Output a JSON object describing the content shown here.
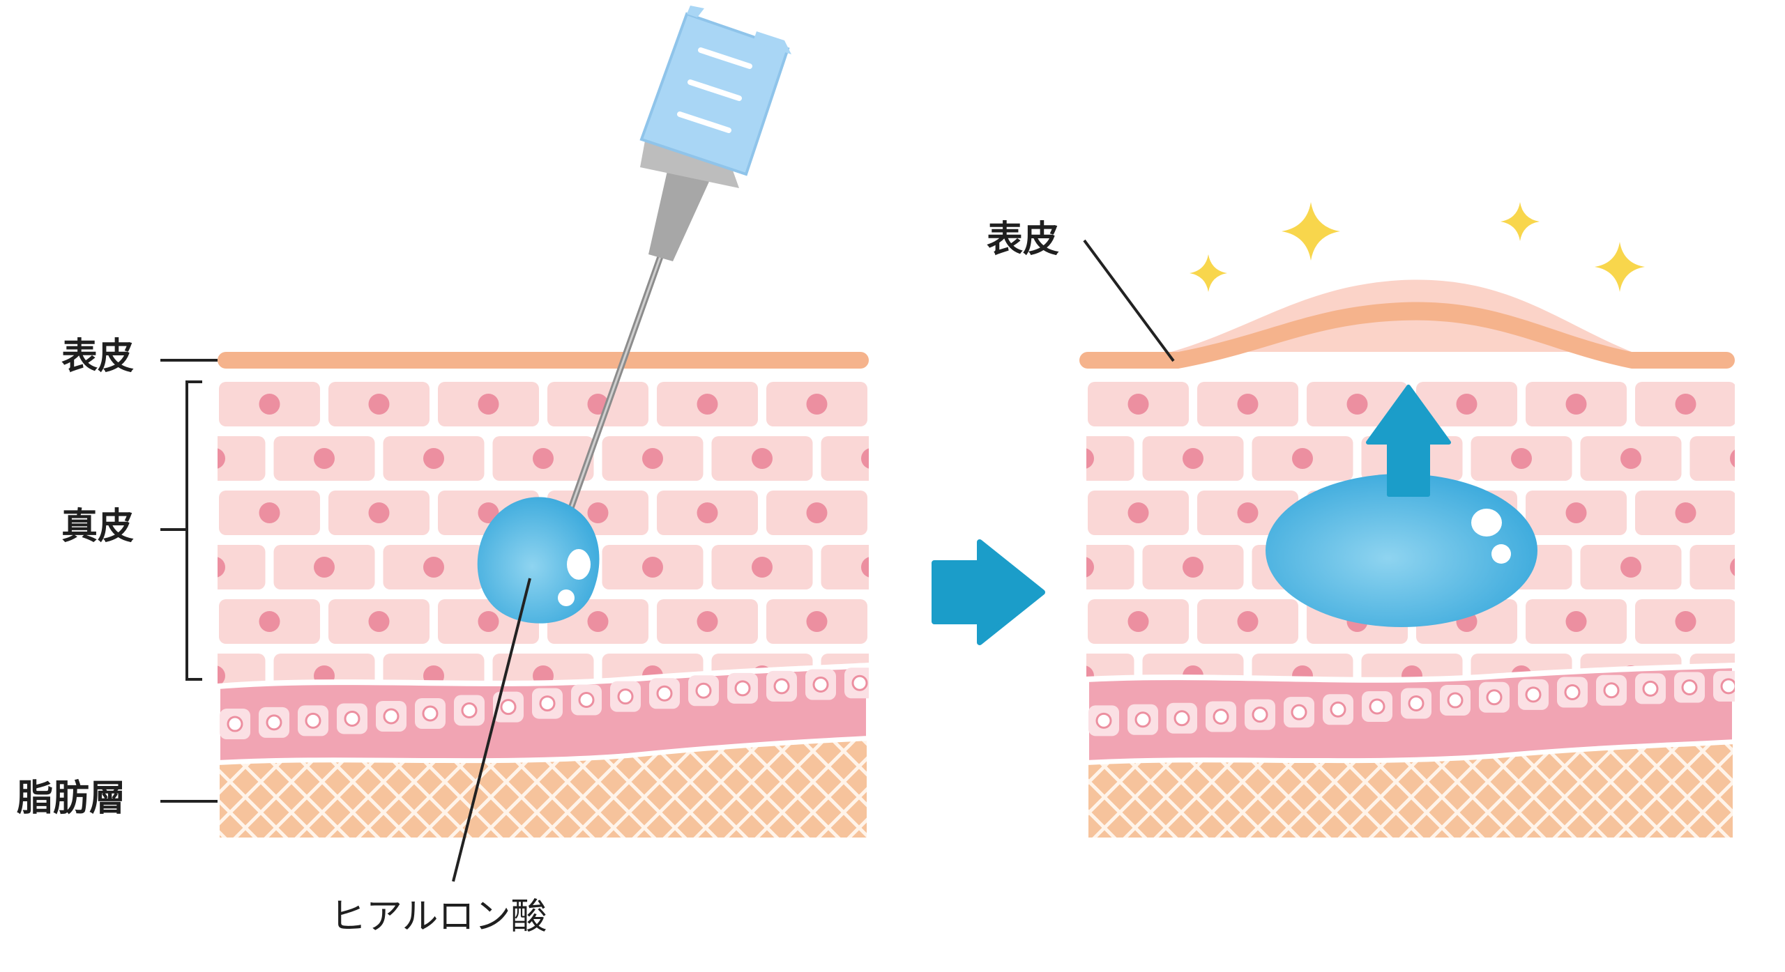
{
  "labels": {
    "epidermis_left": "表皮",
    "dermis": "真皮",
    "fat_layer": "脂肪層",
    "hyaluronic_acid": "ヒアルロン酸",
    "epidermis_right": "表皮"
  },
  "colors": {
    "epidermis": "#f5b38c",
    "cell_fill": "#fad7d6",
    "cell_grout": "#ffffff",
    "nucleus": "#ec8fa0",
    "basal_band": "#f1a4b3",
    "basal_cell": "#fbe0e4",
    "fat": "#f6c39c",
    "hyaluronic": "#3aa9dc",
    "hyaluronic_highlight": "#8fd4f0",
    "arrow": "#1b9dc9",
    "sparkle": "#f8d64c",
    "syringe_barrel": "#a9d6f5",
    "syringe_hub": "#a7a7a7",
    "needle": "#8c8c8c",
    "leader_line": "#222222",
    "text": "#1f1f1f"
  },
  "icons": {
    "syringe": "syringe-icon",
    "transition_arrow": "right-arrow-icon",
    "lift_arrow": "up-arrow-icon",
    "sparkles": "sparkle-icon"
  }
}
